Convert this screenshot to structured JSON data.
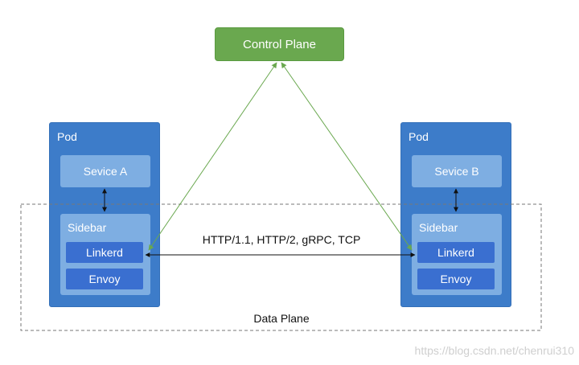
{
  "control_plane": {
    "label": "Control Plane",
    "color": "#6aa84f"
  },
  "pods": [
    {
      "label": "Pod",
      "service": "Sevice A",
      "sidebar": {
        "label": "Sidebar",
        "proxies": [
          "Linkerd",
          "Envoy"
        ]
      }
    },
    {
      "label": "Pod",
      "service": "Sevice B",
      "sidebar": {
        "label": "Sidebar",
        "proxies": [
          "Linkerd",
          "Envoy"
        ]
      }
    }
  ],
  "connection_label": "HTTP/1.1, HTTP/2, gRPC, TCP",
  "data_plane_label": "Data Plane",
  "watermark": "https://blog.csdn.net/chenrui310",
  "colors": {
    "pod": "#3d7cc9",
    "service_box": "#7eaee2",
    "proxy_box": "#3a6fd0",
    "control_link": "#6aa84f"
  }
}
